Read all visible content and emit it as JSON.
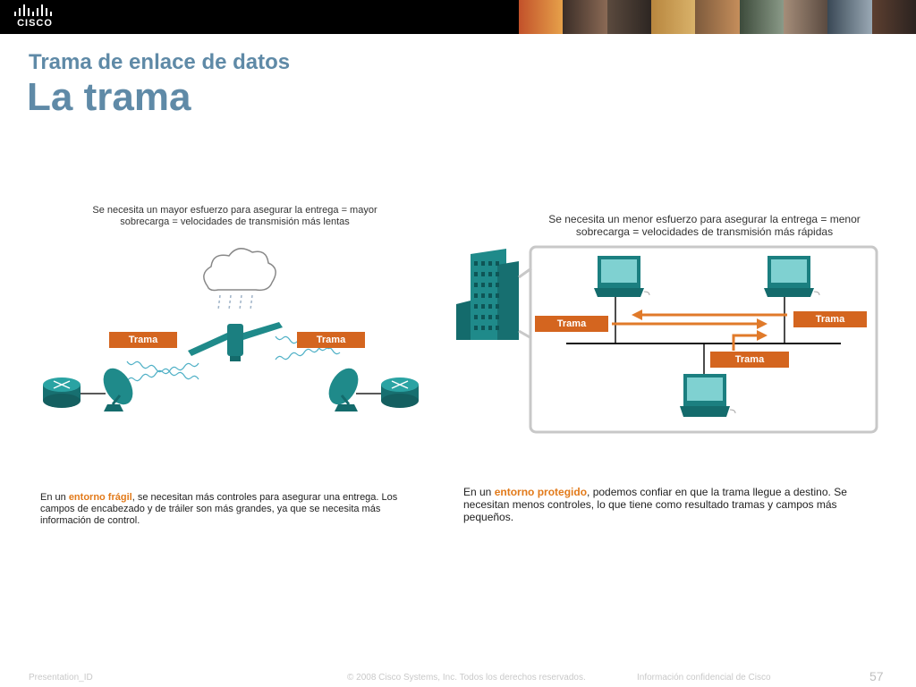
{
  "header": {
    "logo_text": "CISCO"
  },
  "slide": {
    "subtitle": "Trama de enlace de datos",
    "title": "La trama"
  },
  "left": {
    "caption_line1": "Se necesita un mayor esfuerzo para asegurar la entrega = mayor",
    "caption_line2": "sobrecarga = velocidades de transmisión más lentas",
    "frame_label_left": "Trama",
    "frame_label_right": "Trama",
    "desc_prefix": "En un ",
    "desc_highlight": "entorno frágil",
    "desc_line1_rest": ", se necesitan más controles para asegurar una entrega. Los",
    "desc_line2": "campos de encabezado y de tráiler son más grandes, ya que se necesita más",
    "desc_line3": "información de control."
  },
  "right": {
    "caption_line1": "Se necesita un menor esfuerzo para asegurar la entrega = menor",
    "caption_line2": "sobrecarga = velocidades de transmisión más rápidas",
    "frame_label_left": "Trama",
    "frame_label_right": "Trama",
    "frame_label_bottom": "Trama",
    "desc_prefix": "En un ",
    "desc_highlight": "entorno protegido",
    "desc_line1_rest": ", podemos confiar en que la trama llegue a destino. Se",
    "desc_line2": "necesitan menos controles, lo que tiene como resultado tramas y campos más",
    "desc_line3": "pequeños."
  },
  "footer": {
    "presentation_id": "Presentation_ID",
    "copyright": "© 2008 Cisco Systems, Inc. Todos los derechos reservados.",
    "confidential": "Información confidencial de Cisco",
    "page_number": "57"
  },
  "colors": {
    "title": "#5f8aa7",
    "accent_orange": "#d4651f",
    "highlight_text": "#e27a1a",
    "device_teal": "#1f8a8a"
  }
}
